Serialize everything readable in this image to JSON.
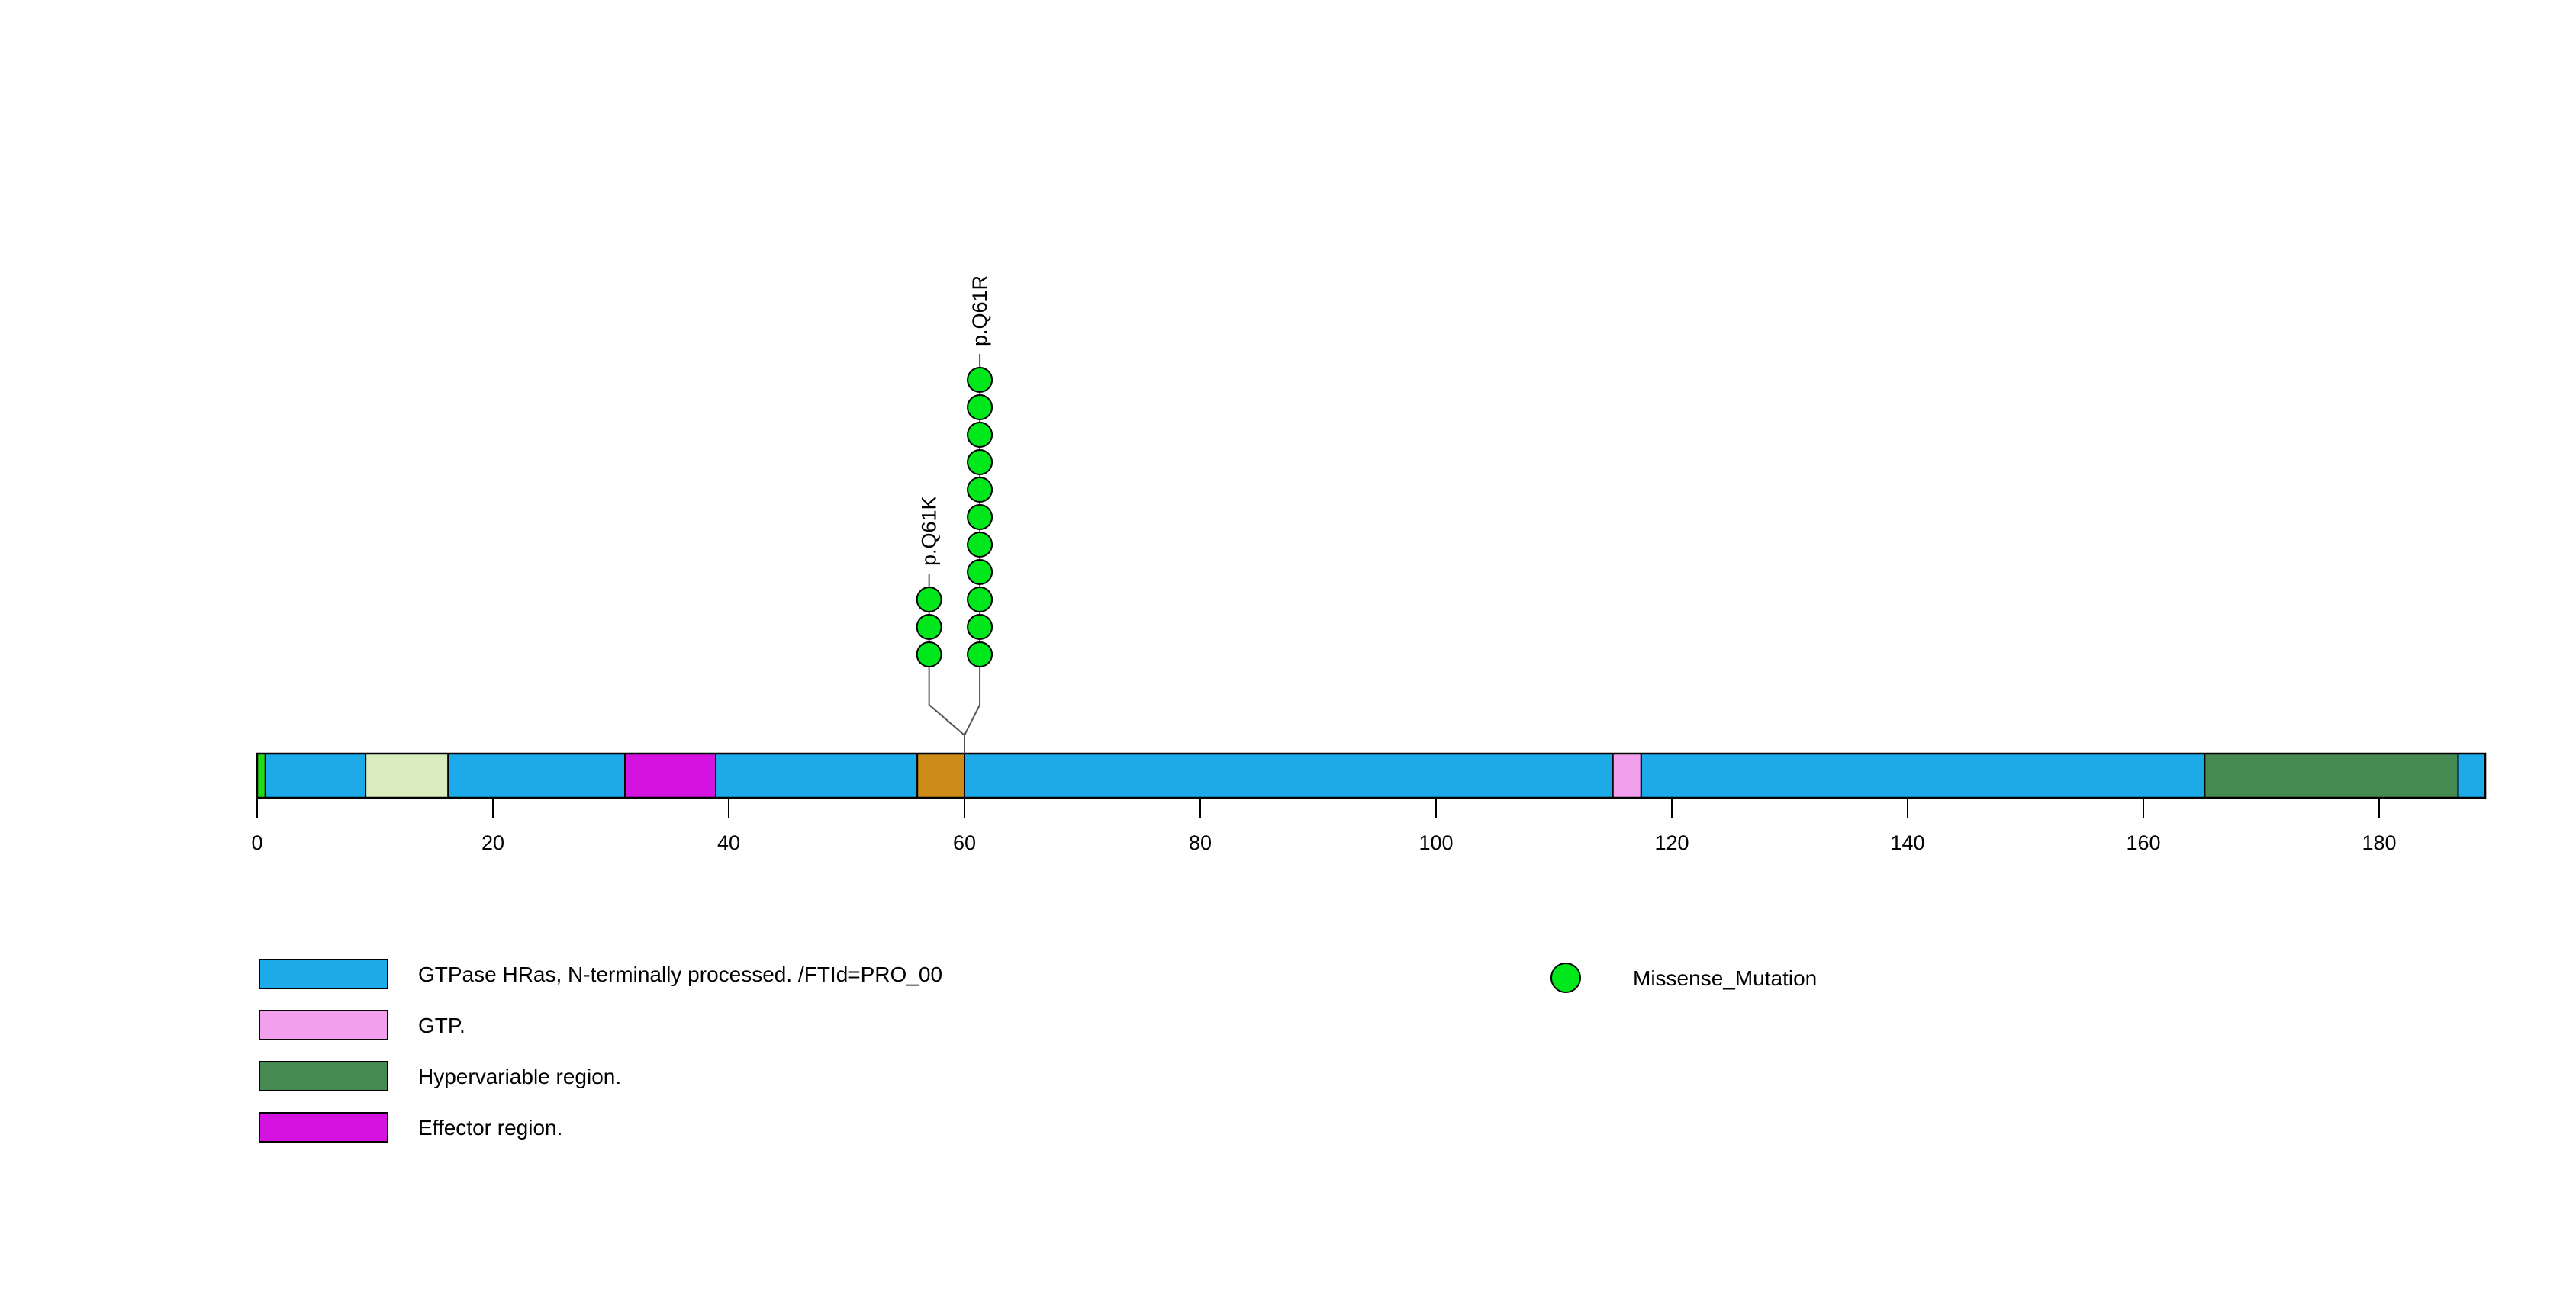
{
  "chart_data": {
    "type": "lollipop",
    "title": "",
    "xlabel": "",
    "ylabel": "",
    "xlim": [
      0,
      189
    ],
    "axis_ticks": [
      "0",
      "20",
      "40",
      "60",
      "80",
      "100",
      "120",
      "140",
      "160",
      "180"
    ],
    "axis_tick_values": [
      0,
      20,
      40,
      60,
      80,
      100,
      120,
      140,
      160,
      180
    ],
    "protein_length": 189,
    "protein_track": {
      "start": 0,
      "end": 189,
      "base_color": "#1cabe8",
      "segments": [
        {
          "name": "n-terminal-marker",
          "start": 0,
          "end": 0.7,
          "color": "#24d915"
        },
        {
          "name": "gtpase-hras-processed",
          "start": 0.7,
          "end": 9.2,
          "color": "#1cabe8"
        },
        {
          "name": "gtp-light",
          "start": 9.2,
          "end": 16.2,
          "color": "#d9edbf"
        },
        {
          "name": "gtpase-hras-processed",
          "start": 16.2,
          "end": 31.2,
          "color": "#1cabe8"
        },
        {
          "name": "effector-region",
          "start": 31.2,
          "end": 38.9,
          "color": "#d413e0"
        },
        {
          "name": "gtpase-hras-processed",
          "start": 38.9,
          "end": 56.0,
          "color": "#1cabe8"
        },
        {
          "name": "switch-ii-orange",
          "start": 56.0,
          "end": 60.0,
          "color": "#cd8b17"
        },
        {
          "name": "gtpase-hras-processed",
          "start": 60.0,
          "end": 115.0,
          "color": "#1cabe8"
        },
        {
          "name": "gtp-binding",
          "start": 115.0,
          "end": 117.4,
          "color": "#f2a0ed"
        },
        {
          "name": "gtpase-hras-processed",
          "start": 117.4,
          "end": 165.2,
          "color": "#1cabe8"
        },
        {
          "name": "hypervariable-region",
          "start": 165.2,
          "end": 186.7,
          "color": "#478a51"
        },
        {
          "name": "gtpase-hras-processed",
          "start": 186.7,
          "end": 189.0,
          "color": "#1cabe8"
        }
      ]
    },
    "mutations": [
      {
        "label": "p.Q61K",
        "position": 57.0,
        "count": 3,
        "color": "#00e81b",
        "type": "Missense_Mutation"
      },
      {
        "label": "p.Q61R",
        "position": 61.3,
        "count": 11,
        "color": "#00e81b",
        "type": "Missense_Mutation"
      }
    ],
    "anchor_position": 60.0
  },
  "legend": {
    "domain_items": [
      {
        "label": "GTPase HRas, N-terminally processed. /FTId=PRO_00",
        "color": "#1cabe8"
      },
      {
        "label": "GTP.",
        "color": "#f2a0ed"
      },
      {
        "label": "Hypervariable region.",
        "color": "#478a51"
      },
      {
        "label": "Effector region.",
        "color": "#d413e0"
      }
    ],
    "mutation_items": [
      {
        "label": "Missense_Mutation",
        "color": "#00e81b",
        "marker": "circle-marker"
      }
    ]
  }
}
